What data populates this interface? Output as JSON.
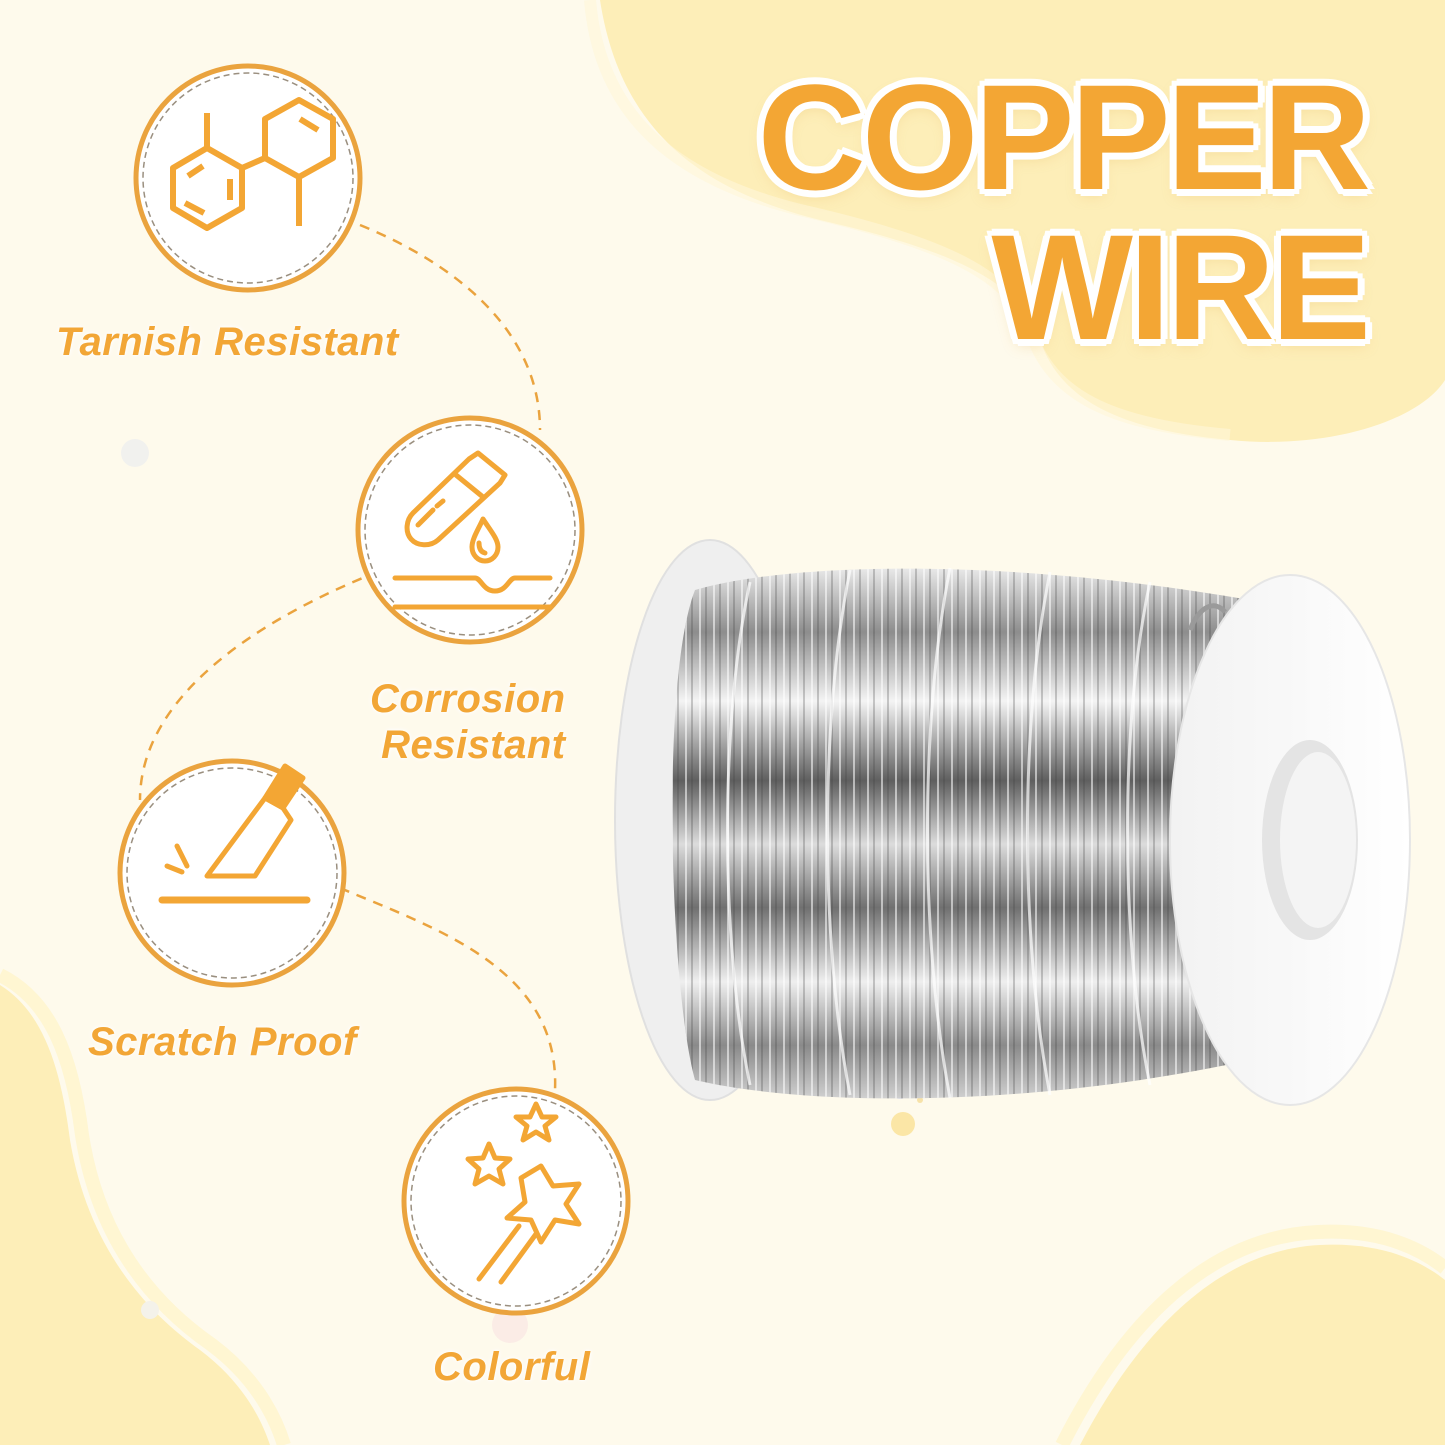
{
  "title": {
    "line1": "COPPER",
    "line2": "WIRE"
  },
  "features": [
    {
      "label": "Tarnish Resistant",
      "icon": "molecule-icon"
    },
    {
      "label": "Corrosion",
      "label_line2": "Resistant",
      "icon": "test-tube-drop-icon"
    },
    {
      "label": "Scratch Proof",
      "icon": "knife-scratch-icon"
    },
    {
      "label": "Colorful",
      "icon": "star-wand-icon"
    }
  ],
  "product": {
    "name": "wire-spool",
    "wire_color": "silver"
  },
  "colors": {
    "accent": "#f3a634",
    "background": "#fefaec",
    "blob": "#fdeeb5",
    "badge_fill": "#ffffff",
    "dash": "#9a8f7f"
  }
}
